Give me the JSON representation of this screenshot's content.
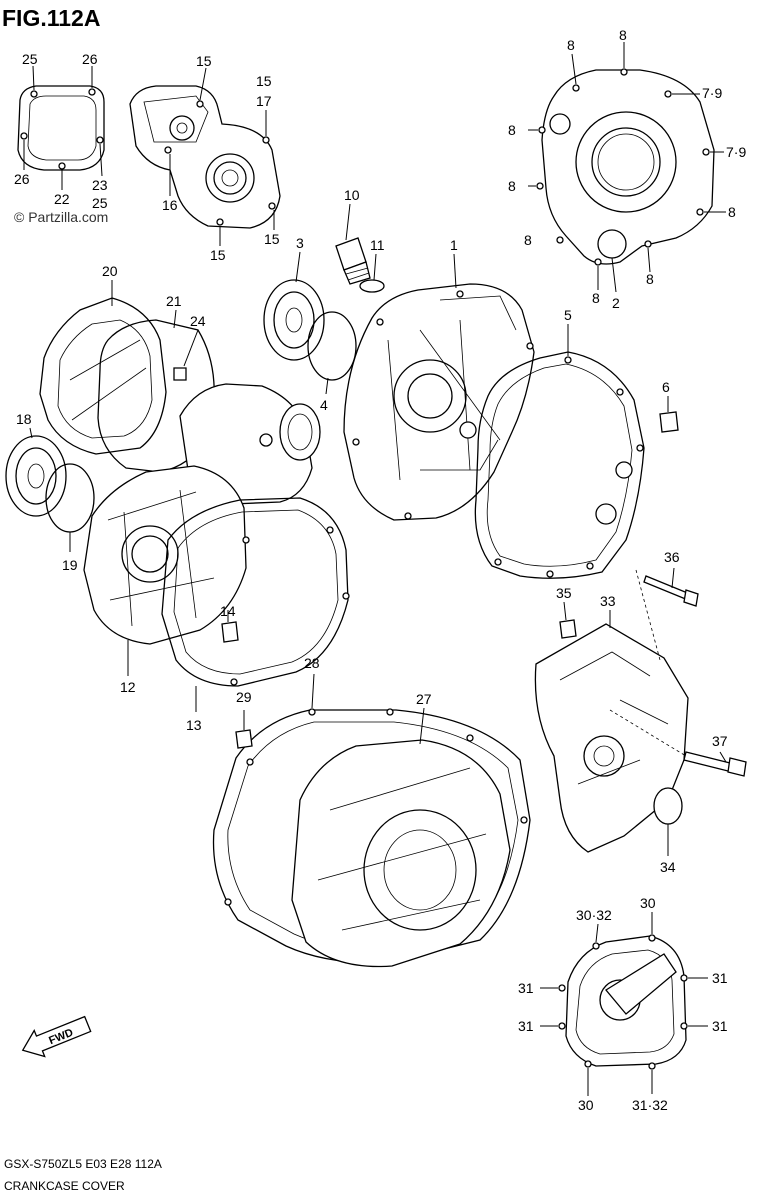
{
  "figure": {
    "title": "FIG.112A",
    "watermark": "© Partzilla.com",
    "model_code": "GSX-S750ZL5  E03  E28  112A",
    "section_name": "CRANKCASE COVER",
    "fwd_label": "FWD"
  },
  "callouts": [
    {
      "id": "c25a",
      "text": "25"
    },
    {
      "id": "c26a",
      "text": "26"
    },
    {
      "id": "c26b",
      "text": "26"
    },
    {
      "id": "c22",
      "text": "22"
    },
    {
      "id": "c23",
      "text": "23"
    },
    {
      "id": "c25b",
      "text": "25"
    },
    {
      "id": "c15a",
      "text": "15"
    },
    {
      "id": "c15b",
      "text": "15"
    },
    {
      "id": "c17",
      "text": "17"
    },
    {
      "id": "c16",
      "text": "16"
    },
    {
      "id": "c15c",
      "text": "15"
    },
    {
      "id": "c15d",
      "text": "15"
    },
    {
      "id": "c8a",
      "text": "8"
    },
    {
      "id": "c8b",
      "text": "8"
    },
    {
      "id": "c79a",
      "text": "7·9"
    },
    {
      "id": "c8c",
      "text": "8"
    },
    {
      "id": "c79b",
      "text": "7·9"
    },
    {
      "id": "c8d",
      "text": "8"
    },
    {
      "id": "c8e",
      "text": "8"
    },
    {
      "id": "c8f",
      "text": "8"
    },
    {
      "id": "c8g",
      "text": "8"
    },
    {
      "id": "c8h",
      "text": "8"
    },
    {
      "id": "c2",
      "text": "2"
    },
    {
      "id": "c10",
      "text": "10"
    },
    {
      "id": "c3",
      "text": "3"
    },
    {
      "id": "c11",
      "text": "11"
    },
    {
      "id": "c1",
      "text": "1"
    },
    {
      "id": "c20",
      "text": "20"
    },
    {
      "id": "c21",
      "text": "21"
    },
    {
      "id": "c24",
      "text": "24"
    },
    {
      "id": "c5",
      "text": "5"
    },
    {
      "id": "c4",
      "text": "4"
    },
    {
      "id": "c6",
      "text": "6"
    },
    {
      "id": "c18",
      "text": "18"
    },
    {
      "id": "c19",
      "text": "19"
    },
    {
      "id": "c36",
      "text": "36"
    },
    {
      "id": "c35",
      "text": "35"
    },
    {
      "id": "c33",
      "text": "33"
    },
    {
      "id": "c14",
      "text": "14"
    },
    {
      "id": "c12",
      "text": "12"
    },
    {
      "id": "c28",
      "text": "28"
    },
    {
      "id": "c29",
      "text": "29"
    },
    {
      "id": "c13",
      "text": "13"
    },
    {
      "id": "c27",
      "text": "27"
    },
    {
      "id": "c37",
      "text": "37"
    },
    {
      "id": "c34",
      "text": "34"
    },
    {
      "id": "c30a",
      "text": "30"
    },
    {
      "id": "c3032",
      "text": "30·32"
    },
    {
      "id": "c31a",
      "text": "31"
    },
    {
      "id": "c31b",
      "text": "31"
    },
    {
      "id": "c31c",
      "text": "31"
    },
    {
      "id": "c31d",
      "text": "31"
    },
    {
      "id": "c30b",
      "text": "30"
    },
    {
      "id": "c3132",
      "text": "31·32"
    }
  ]
}
